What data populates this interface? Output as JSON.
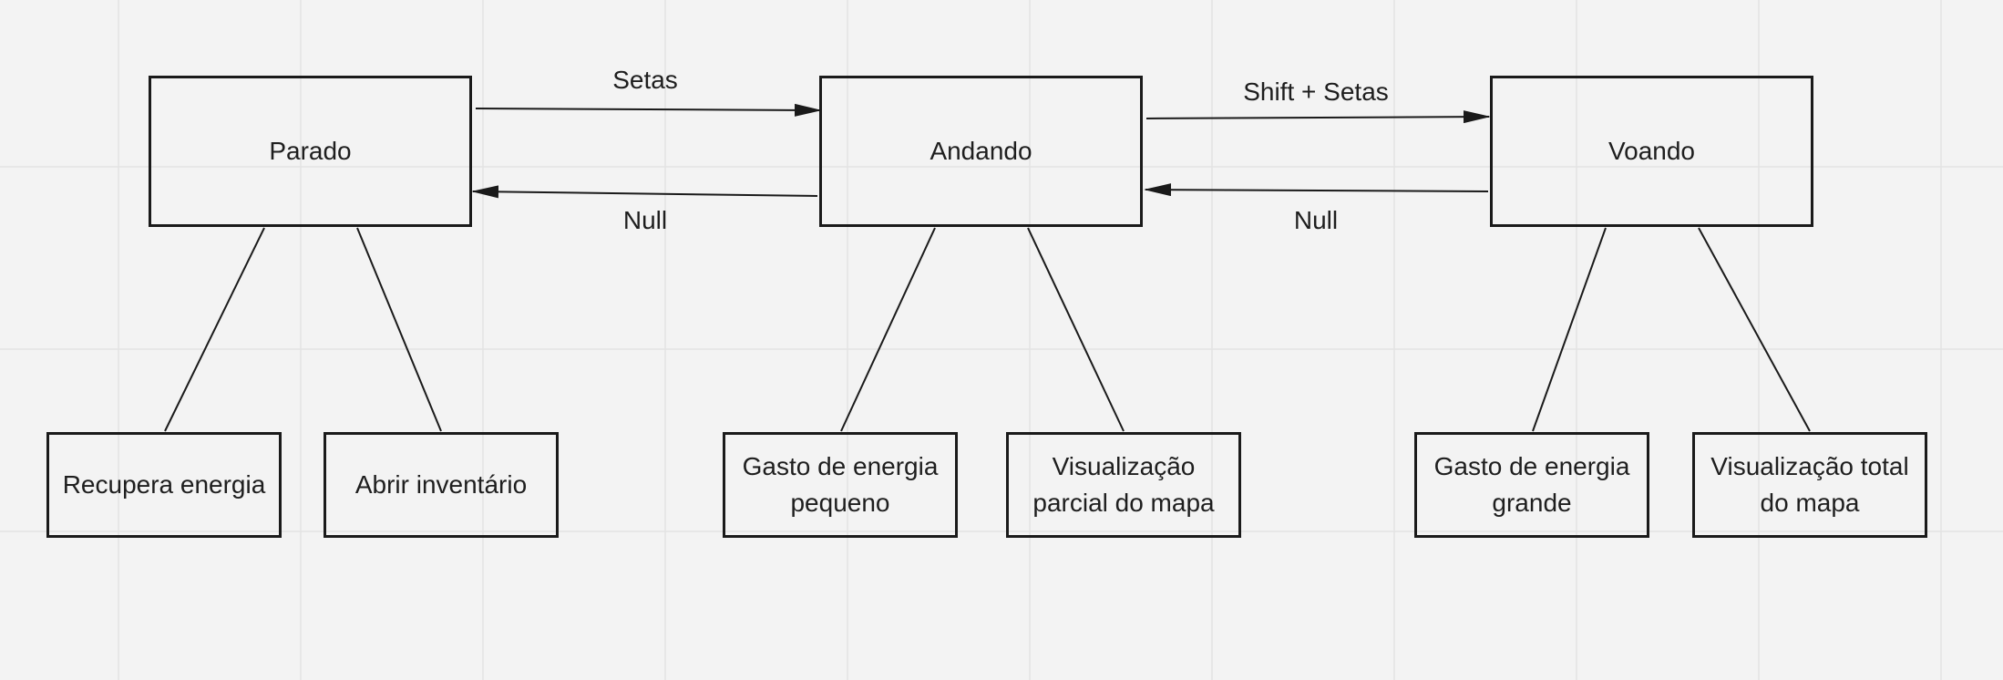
{
  "states": {
    "parado": "Parado",
    "andando": "Andando",
    "voando": "Voando"
  },
  "transitions": {
    "parado_to_andando": "Setas",
    "andando_to_parado": "Null",
    "andando_to_voando": "Shift + Setas",
    "voando_to_andando": "Null"
  },
  "features": {
    "recupera_energia": "Recupera energia",
    "abrir_inventario": "Abrir inventário",
    "gasto_pequeno_l1": "Gasto de energia",
    "gasto_pequeno_l2": "pequeno",
    "vis_parcial_l1": "Visualização",
    "vis_parcial_l2": "parcial do mapa",
    "gasto_grande_l1": "Gasto de energia",
    "gasto_grande_l2": "grande",
    "vis_total_l1": "Visualização total",
    "vis_total_l2": "do mapa"
  },
  "colors": {
    "background": "#f3f3f3",
    "grid": "#e3e3e3",
    "stroke": "#1a1a1a"
  }
}
